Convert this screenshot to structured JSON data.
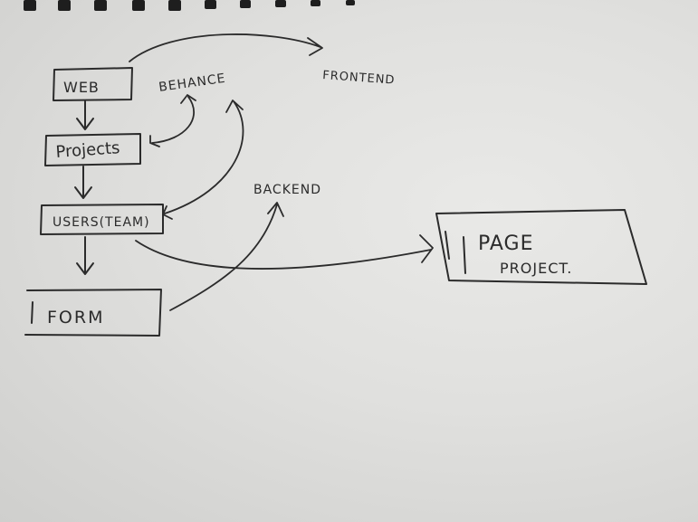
{
  "nodes": {
    "web": "WEB",
    "projects": "Projects",
    "users": "USERS(TEAM)",
    "form": "FORM",
    "page_line1": "PAGE",
    "page_line2": "PROJECT."
  },
  "labels": {
    "behance": "BEHANCE",
    "frontend": "FRONTEND",
    "backend": "BACKEND"
  },
  "colors": {
    "ink": "#2b2b2b",
    "paper": "#e4e4e2",
    "spiral": "#1e1e1e"
  }
}
